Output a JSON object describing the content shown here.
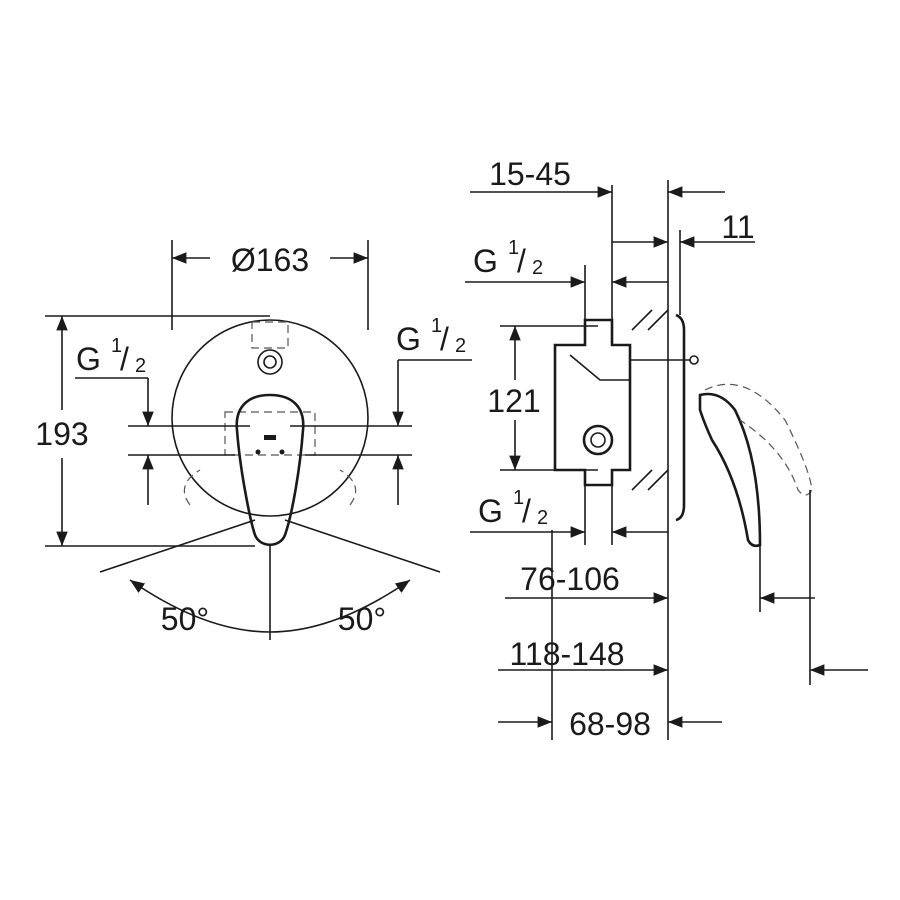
{
  "front_view": {
    "diameter": "Ø163",
    "height": "193",
    "thread_left": {
      "g": "G",
      "num": "1",
      "den": "2"
    },
    "thread_right": {
      "g": "G",
      "num": "1",
      "den": "2"
    },
    "angle_left": "50°",
    "angle_right": "50°"
  },
  "side_view": {
    "depth_range": "15-45",
    "plate": "11",
    "thread_top": {
      "g": "G",
      "num": "1",
      "den": "2"
    },
    "spacing": "121",
    "thread_bottom": {
      "g": "G",
      "num": "1",
      "den": "2"
    },
    "dim_a": "76-106",
    "dim_b": "118-148",
    "dim_c": "68-98"
  }
}
